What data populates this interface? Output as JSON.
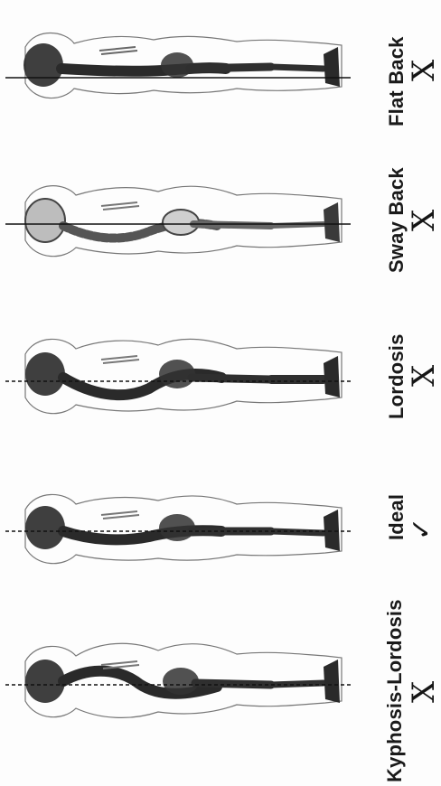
{
  "postures": [
    {
      "label": "Flat Back",
      "mark": "X",
      "ideal": false
    },
    {
      "label": "Sway Back",
      "mark": "X",
      "ideal": false
    },
    {
      "label": "Lordosis",
      "mark": "X",
      "ideal": false
    },
    {
      "label": "Ideal",
      "mark": "✓",
      "ideal": true
    },
    {
      "label": "Kyphosis-Lordosis",
      "mark": "X",
      "ideal": false
    }
  ],
  "colors": {
    "ink": "#1a1a1a",
    "bone": "#2a2a2a",
    "outline": "#555555",
    "plumb_line": "#111111"
  }
}
